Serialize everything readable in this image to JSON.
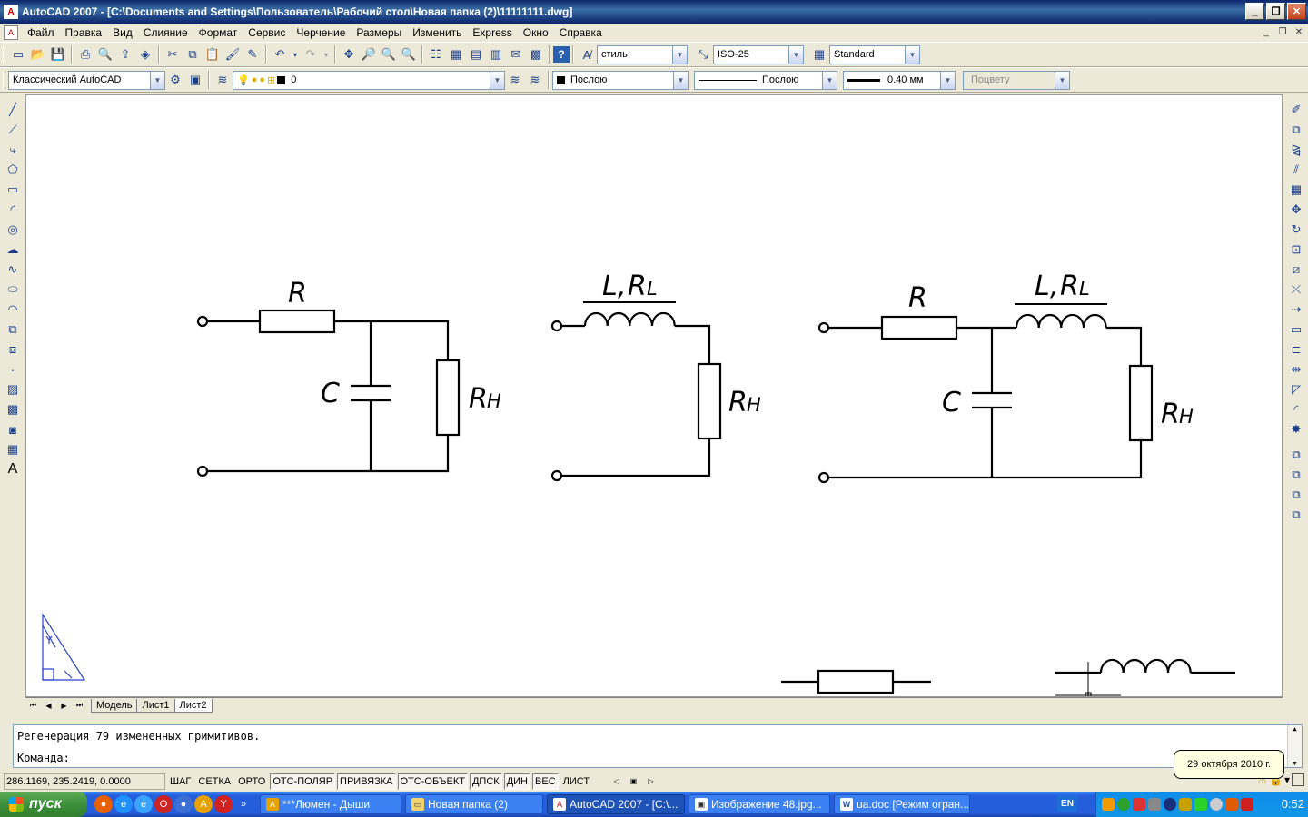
{
  "window": {
    "title": "AutoCAD 2007 - [C:\\Documents and Settings\\Пользователь\\Рабочий стол\\Новая папка (2)\\11111111.dwg]",
    "buttons": [
      "_",
      "❐",
      "✕"
    ]
  },
  "menu": [
    "Файл",
    "Правка",
    "Вид",
    "Слияние",
    "Формат",
    "Сервис",
    "Черчение",
    "Размеры",
    "Изменить",
    "Express",
    "Окно",
    "Справка"
  ],
  "toolbar_styles": {
    "text_style": "стиль",
    "dim_style": "ISO-25",
    "table_style": "Standard"
  },
  "toolbar_props": {
    "workspace": "Классический AutoCAD",
    "layer": "0",
    "color": "Послою",
    "linetype": "Послою",
    "lineweight": "0.40 мм",
    "plotstyle": "Поцвету"
  },
  "drawing": {
    "circuit1": {
      "R": "R",
      "C": "C",
      "RH_main": "R",
      "RH_sub": "H"
    },
    "circuit2": {
      "L": "L",
      "comma": ",",
      "RL_main": "R",
      "RL_sub": "L",
      "RH_main": "R",
      "RH_sub": "H"
    },
    "circuit3": {
      "R": "R",
      "C": "C",
      "L": "L",
      "comma": ",",
      "RL_main": "R",
      "RL_sub": "L",
      "RH_main": "R",
      "RH_sub": "H"
    }
  },
  "layout_tabs": [
    "Модель",
    "Лист1",
    "Лист2"
  ],
  "active_tab": "Лист2",
  "command": {
    "history": "Регенерация 79 измененных примитивов.",
    "prompt": "Команда:"
  },
  "status": {
    "coords": "286.1169, 235.2419, 0.0000",
    "toggles": [
      {
        "label": "ШАГ",
        "on": false
      },
      {
        "label": "СЕТКА",
        "on": false
      },
      {
        "label": "ОРТО",
        "on": false
      },
      {
        "label": "ОТС-ПОЛЯР",
        "on": true
      },
      {
        "label": "ПРИВЯЗКА",
        "on": true
      },
      {
        "label": "ОТС-ОБЪЕКТ",
        "on": true
      },
      {
        "label": "ДПСК",
        "on": true
      },
      {
        "label": "ДИН",
        "on": true
      },
      {
        "label": "ВЕС",
        "on": true
      },
      {
        "label": "ЛИСТ",
        "on": false
      }
    ]
  },
  "tooltip": "29 октября 2010 г.",
  "taskbar": {
    "start": "пуск",
    "tasks": [
      {
        "label": "***Люмен - Дыши",
        "active": false
      },
      {
        "label": "Новая папка (2)",
        "active": false
      },
      {
        "label": "AutoCAD 2007 - [C:\\...",
        "active": true
      },
      {
        "label": "Изображение 48.jpg...",
        "active": false
      },
      {
        "label": "ua.doc [Режим огран...",
        "active": false
      }
    ],
    "lang": "EN",
    "clock": "0:52"
  }
}
